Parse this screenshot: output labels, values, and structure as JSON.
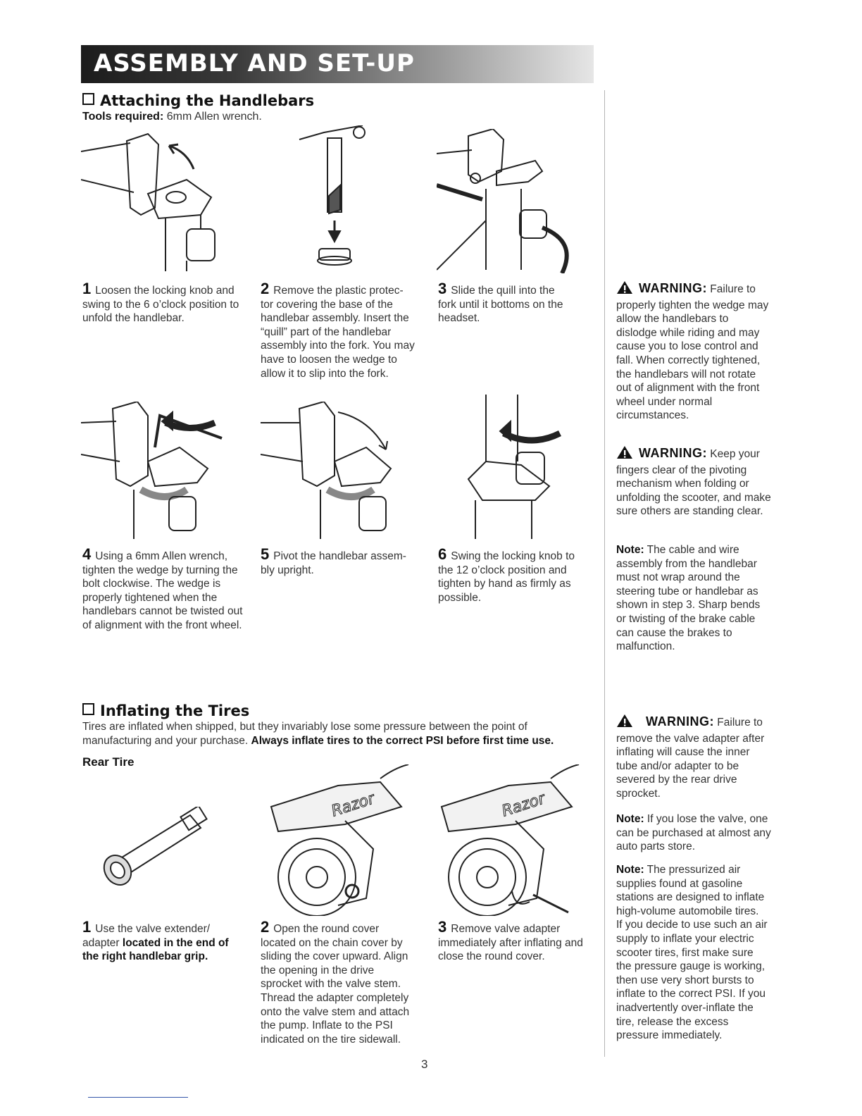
{
  "header": {
    "banner": "ASSEMBLY AND SET-UP"
  },
  "handlebars": {
    "title": "Attaching the Handlebars",
    "tools_label": "Tools required:",
    "tools_value": " 6mm Allen wrench.",
    "steps": [
      {
        "num": "1",
        "text": "Loosen the locking knob and swing to the 6 o’clock position to unfold the handlebar."
      },
      {
        "num": "2",
        "text": "Remove the plastic protec-tor covering the base of the handlebar assembly. Insert the “quill” part of the handlebar assembly into the fork. You may have to loosen the wedge to allow it to slip into the fork."
      },
      {
        "num": "3",
        "text": "Slide the quill into the fork until it bottoms on the headset."
      },
      {
        "num": "4",
        "text": "Using a 6mm Allen wrench, tighten the wedge by turning the bolt clockwise. The wedge is properly tightened when the handlebars cannot be twisted out of alignment with the front wheel."
      },
      {
        "num": "5",
        "text": "Pivot the handlebar assem-bly upright."
      },
      {
        "num": "6",
        "text": "Swing the locking knob to the 12 o’clock position and tighten by hand as firmly as possible."
      }
    ]
  },
  "sidebar": {
    "warning1": {
      "head": "WARNING:",
      "text": " Failure to properly tighten the wedge may allow the handlebars to dislodge while riding and may cause you to lose control and fall. When correctly tightened, the handlebars will not rotate out of alignment with the front wheel under normal circumstances."
    },
    "warning2": {
      "head": "WARNING:",
      "text": " Keep your fingers clear of the pivoting mechanism when folding or unfolding the scooter, and make sure others are standing clear."
    },
    "note1": {
      "head": "Note:",
      "text": " The cable and wire assembly from the handlebar must not wrap around the steering tube or handlebar as shown in step 3. Sharp bends or twisting of the brake cable can cause the brakes to malfunction."
    },
    "warning3": {
      "head": "WARNING:",
      "text": " Failure to remove the valve adapter after inflating will cause the inner tube and/or adapter to be severed by the rear drive sprocket."
    },
    "note2": {
      "head": "Note:",
      "text": " If you lose the valve, one can be purchased at almost any auto parts store."
    },
    "note3": {
      "head": "Note:",
      "text": " The pressurized air supplies found at gasoline stations are designed to inflate high-volume automobile tires. If you decide to use such an air supply to inflate your electric scooter tires, first make sure the pressure gauge is working, then use very short bursts to inflate to the correct PSI. If you inadvertently over-inflate the tire, release the excess pressure immediately."
    }
  },
  "tires": {
    "title": "Inflating the Tires",
    "intro": "Tires are inflated when shipped, but they invariably lose some pressure between the point of manufacturing and your purchase. ",
    "intro_bold": "Always inflate tires to the correct PSI before first time use.",
    "subhead": "Rear Tire",
    "steps": [
      {
        "num": "1",
        "text": "Use the valve extender/ adapter ",
        "bold": "located in the end of the right handlebar grip."
      },
      {
        "num": "2",
        "text": "Open the round cover located on the chain cover by sliding the cover upward. Align the opening in the drive sprocket with the valve stem. Thread the adapter completely onto the valve stem and attach the pump. Inflate to the PSI indicated on the tire sidewall."
      },
      {
        "num": "3",
        "text": "Remove valve adapter immediately after inflating and close the round cover."
      }
    ],
    "brand": "Razor"
  },
  "footer": {
    "page_number": "3"
  }
}
